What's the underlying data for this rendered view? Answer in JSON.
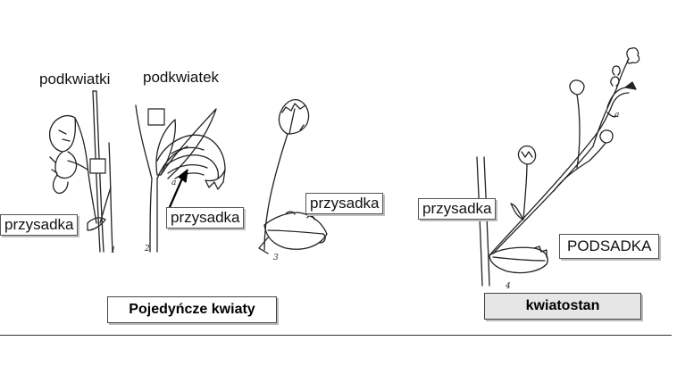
{
  "labels": {
    "podkwiatki": "podkwiatki",
    "podkwiatek": "podkwiatek",
    "przysadka_1": "przysadka",
    "przysadka_2": "przysadka",
    "przysadka_3": "przysadka",
    "przysadka_4": "przysadka",
    "podsadka": "PODSADKA"
  },
  "captions": {
    "single": "Pojedyńcze kwiaty",
    "inflorescence": "kwiatostan"
  },
  "figure_numbers": [
    "1",
    "2",
    "3",
    "4"
  ],
  "small_marks": [
    "a",
    "a"
  ],
  "colors": {
    "ink": "#222222",
    "caption_single_bg": "#ffffff",
    "caption_inflorescence_bg": "#e6e6e6"
  }
}
